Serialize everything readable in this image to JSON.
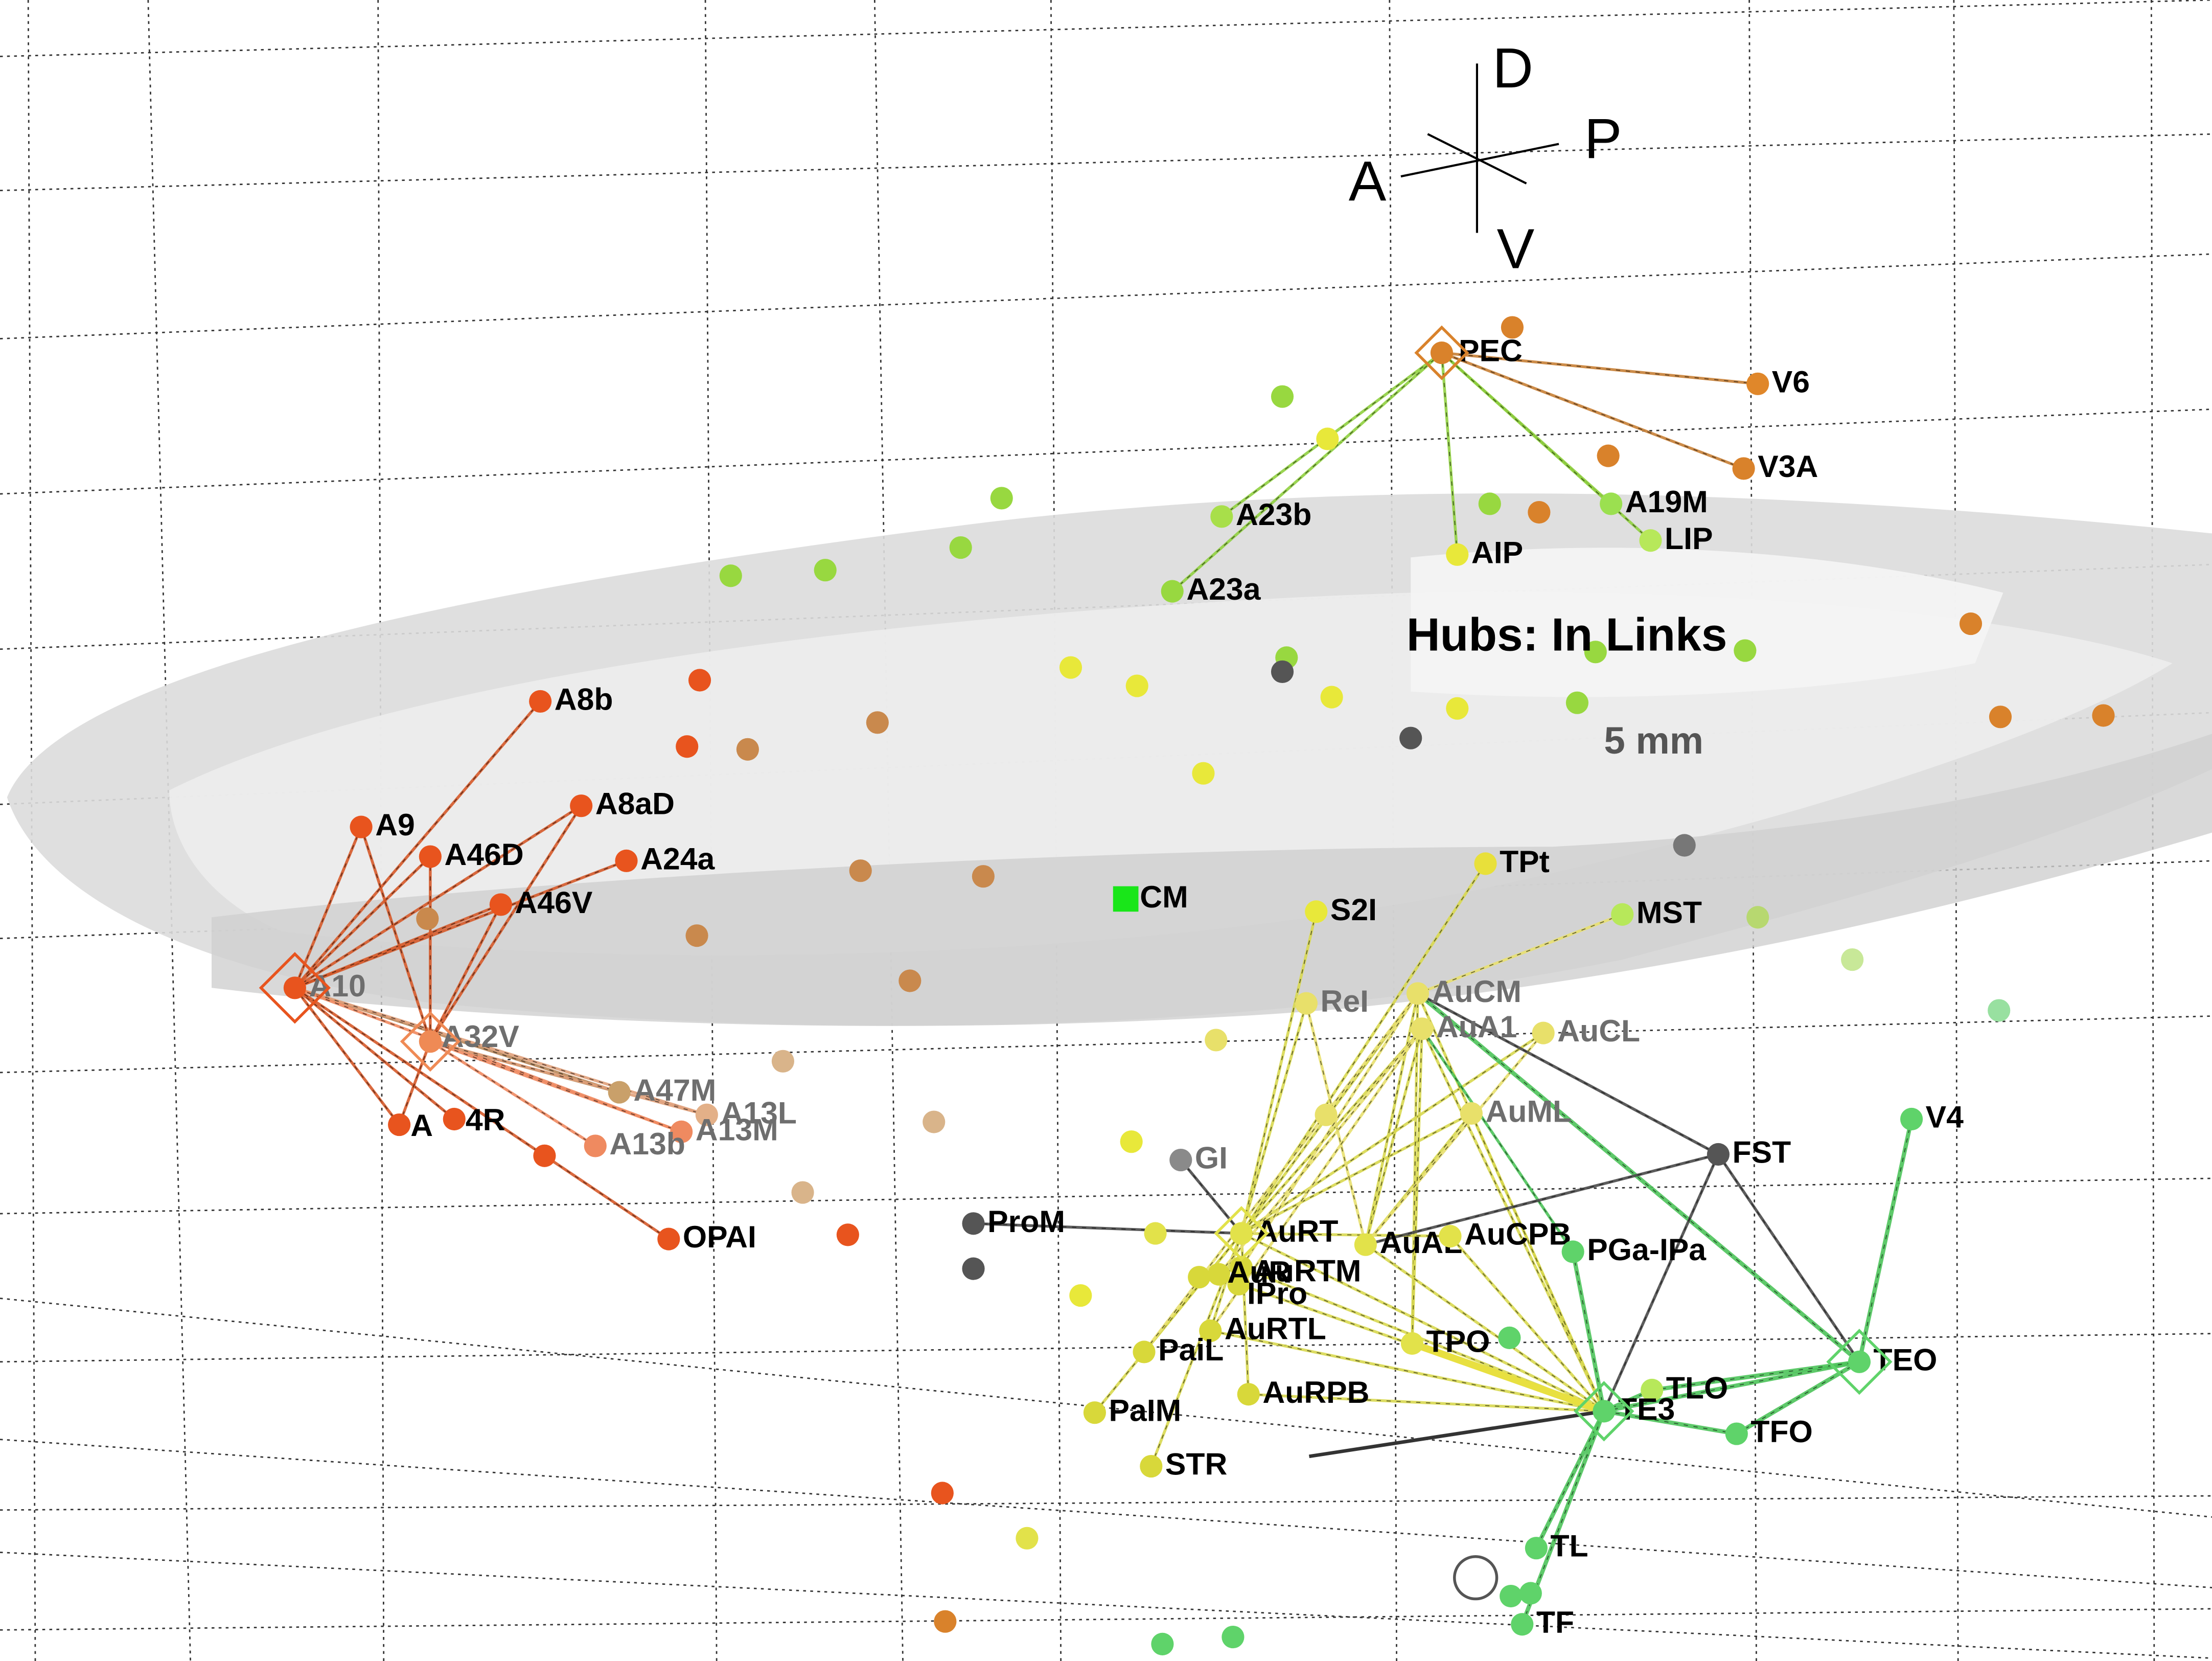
{
  "title": "Hubs: In Links",
  "scale_label": "5 mm",
  "orientation": {
    "anterior": "A",
    "posterior": "P",
    "dorsal": "D",
    "ventral": "V"
  },
  "colors": {
    "prefrontal": "#e8541e",
    "parietal": "#d9822b",
    "temporal": "#e2e24a",
    "visual": "#5fd36a",
    "gray": "#555555",
    "cm": "#19e619"
  },
  "hubs": [
    "PEC",
    "A10",
    "A32V",
    "TE3",
    "TEO",
    "AuRT"
  ],
  "nodes": [
    {
      "id": "PEC",
      "label": "PEC",
      "color": "#d9822b",
      "shade": "black"
    },
    {
      "id": "V6",
      "label": "V6",
      "color": "#e0872a",
      "shade": "black"
    },
    {
      "id": "V3A",
      "label": "V3A",
      "color": "#d9822b",
      "shade": "black"
    },
    {
      "id": "A19M",
      "label": "A19M",
      "color": "#9be050",
      "shade": "black"
    },
    {
      "id": "LIP",
      "label": "LIP",
      "color": "#b7e85a",
      "shade": "black"
    },
    {
      "id": "AIP",
      "label": "AIP",
      "color": "#e8e83a",
      "shade": "black"
    },
    {
      "id": "A23b",
      "label": "A23b",
      "color": "#a8df4a",
      "shade": "black"
    },
    {
      "id": "A23a",
      "label": "A23a",
      "color": "#98d840",
      "shade": "black"
    },
    {
      "id": "A8b",
      "label": "A8b",
      "color": "#e8541e",
      "shade": "black"
    },
    {
      "id": "A9",
      "label": "A9",
      "color": "#e8541e",
      "shade": "black"
    },
    {
      "id": "A8aD",
      "label": "A8aD",
      "color": "#e8541e",
      "shade": "black"
    },
    {
      "id": "A46D",
      "label": "A46D",
      "color": "#e8541e",
      "shade": "black"
    },
    {
      "id": "A24a",
      "label": "A24a",
      "color": "#e8541e",
      "shade": "black"
    },
    {
      "id": "A46V",
      "label": "A46V",
      "color": "#e8541e",
      "shade": "black"
    },
    {
      "id": "A10",
      "label": "A10",
      "color": "#e8541e",
      "shade": "gray"
    },
    {
      "id": "A32V",
      "label": "A32V",
      "color": "#ef8a55",
      "shade": "gray"
    },
    {
      "id": "A47M",
      "label": "A47M",
      "color": "#c9a06a",
      "shade": "gray"
    },
    {
      "id": "A13L",
      "label": "A13L",
      "color": "#e3b088",
      "shade": "gray"
    },
    {
      "id": "A13M",
      "label": "A13M",
      "color": "#ef8a60",
      "shade": "gray"
    },
    {
      "id": "A13b",
      "label": "A13b",
      "color": "#ef8a60",
      "shade": "gray"
    },
    {
      "id": "A11",
      "label": "A",
      "color": "#e8541e",
      "shade": "black"
    },
    {
      "id": "A14R",
      "label": "4R",
      "color": "#e8541e",
      "shade": "black"
    },
    {
      "id": "OPAI",
      "label": "OPAI",
      "color": "#e8541e",
      "shade": "black"
    },
    {
      "id": "CM",
      "label": "CM",
      "color": "#19e619",
      "shade": "black"
    },
    {
      "id": "TPt",
      "label": "TPt",
      "color": "#e8e03a",
      "shade": "black"
    },
    {
      "id": "S2I",
      "label": "S2I",
      "color": "#e8e83a",
      "shade": "black"
    },
    {
      "id": "MST",
      "label": "MST",
      "color": "#b7e85a",
      "shade": "black"
    },
    {
      "id": "ReI",
      "label": "ReI",
      "color": "#e8e06a",
      "shade": "gray"
    },
    {
      "id": "AuCM",
      "label": "AuCM",
      "color": "#e8e06a",
      "shade": "gray"
    },
    {
      "id": "AuA1",
      "label": "AuA1",
      "color": "#e8e06a",
      "shade": "gray"
    },
    {
      "id": "AuCL",
      "label": "AuCL",
      "color": "#e8e06a",
      "shade": "gray"
    },
    {
      "id": "AuML",
      "label": "AuML",
      "color": "#e8e06a",
      "shade": "gray"
    },
    {
      "id": "GI",
      "label": "GI",
      "color": "#8a8a8a",
      "shade": "gray"
    },
    {
      "id": "FST",
      "label": "FST",
      "color": "#555555",
      "shade": "black"
    },
    {
      "id": "V4",
      "label": "V4",
      "color": "#5fd36a",
      "shade": "black"
    },
    {
      "id": "ProM",
      "label": "ProM",
      "color": "#555555",
      "shade": "black"
    },
    {
      "id": "AuRT",
      "label": "AuRT",
      "color": "#e2e24a",
      "shade": "black"
    },
    {
      "id": "AuAL",
      "label": "AuAL",
      "color": "#e2e24a",
      "shade": "black"
    },
    {
      "id": "AuCPB",
      "label": "AuCPB",
      "color": "#e2e24a",
      "shade": "black"
    },
    {
      "id": "PGa-IPa",
      "label": "PGa-IPa",
      "color": "#5fd36a",
      "shade": "black"
    },
    {
      "id": "AuRTM",
      "label": "AuRTM",
      "color": "#d8d83a",
      "shade": "black"
    },
    {
      "id": "IPro",
      "label": "IPro",
      "color": "#d8d83a",
      "shade": "black"
    },
    {
      "id": "AuR",
      "label": "AuR",
      "color": "#d8d83a",
      "shade": "black"
    },
    {
      "id": "AuRTL",
      "label": "AuRTL",
      "color": "#d8d83a",
      "shade": "black"
    },
    {
      "id": "PaiL",
      "label": "PaiL",
      "color": "#d8d83a",
      "shade": "black"
    },
    {
      "id": "TPO",
      "label": "TPO",
      "color": "#e2e24a",
      "shade": "black"
    },
    {
      "id": "TEO",
      "label": "TEO",
      "color": "#5fd36a",
      "shade": "black"
    },
    {
      "id": "TLO",
      "label": "TLO",
      "color": "#b7e85a",
      "shade": "black"
    },
    {
      "id": "TE3",
      "label": "TE3",
      "color": "#5fd36a",
      "shade": "black"
    },
    {
      "id": "TFO",
      "label": "TFO",
      "color": "#5fd36a",
      "shade": "black"
    },
    {
      "id": "AuRPB",
      "label": "AuRPB",
      "color": "#d8d83a",
      "shade": "black"
    },
    {
      "id": "PaIM",
      "label": "PaIM",
      "color": "#d8d83a",
      "shade": "black"
    },
    {
      "id": "STR",
      "label": "STR",
      "color": "#d8d83a",
      "shade": "black"
    },
    {
      "id": "TL",
      "label": "TL",
      "color": "#5fd36a",
      "shade": "black"
    },
    {
      "id": "TF",
      "label": "TF",
      "color": "#5fd36a",
      "shade": "black"
    }
  ]
}
